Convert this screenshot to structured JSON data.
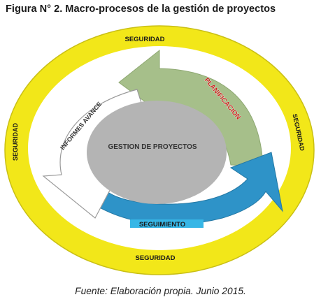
{
  "title": "Figura N° 2. Macro-procesos de la gestión de proyectos",
  "diagram": {
    "center_label": "GESTION DE PROYECTOS",
    "ring_labels": {
      "top": "SEGURIDAD",
      "right": "SEGURIDAD",
      "left": "SEGURIDAD",
      "bottom": "SEGURIDAD"
    },
    "arrows": {
      "planificacion": "PLANIFICACION",
      "seguimiento": "SEGUIMIENTO",
      "informes": "INFORMES AVANCE"
    },
    "colors": {
      "ring": "#f2e719",
      "planificacion": "#a6bf8a",
      "seguimiento": "#2e93c8",
      "informes": "#ffffff",
      "center": "#b4b4b4",
      "planificacion_label": "#c8251f"
    }
  },
  "caption": "Fuente: Elaboración propia. Junio 2015."
}
